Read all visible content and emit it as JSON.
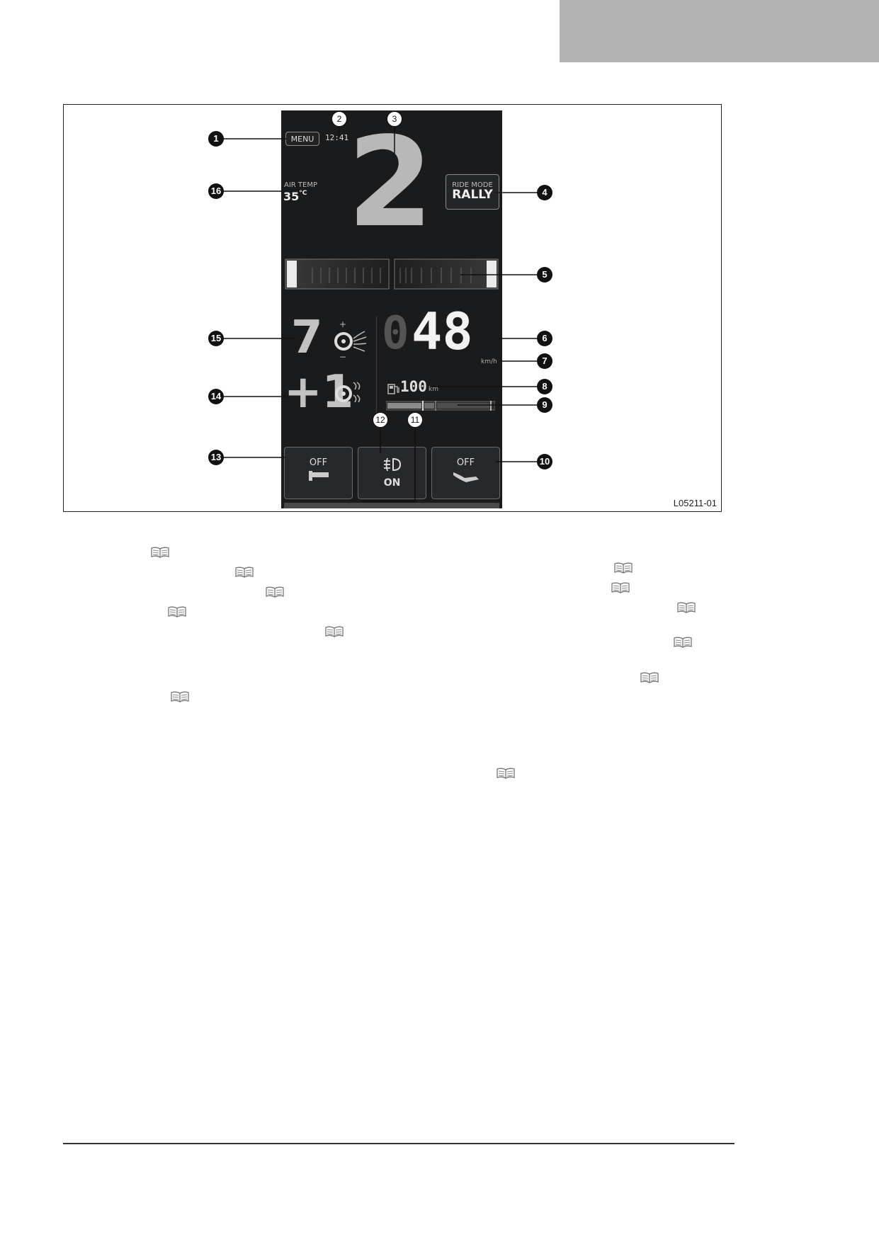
{
  "figure": {
    "code": "L05211-01"
  },
  "dashboard": {
    "menu_label": "MENU",
    "clock": "12:41",
    "gear": "2",
    "air_temp_label": "AIR TEMP",
    "air_temp_value": "35",
    "air_temp_unit": "°C",
    "ride_mode_label": "RIDE MODE",
    "ride_mode_value": "RALLY",
    "speed_leading_digit": "0",
    "speed": "48",
    "speed_unit": "km/h",
    "fuel_range": "100",
    "fuel_range_unit": "km",
    "traction_control_level": "7",
    "wheelie_control_level": "+1",
    "traction_sign_plus": "+",
    "traction_sign_minus": "−",
    "buttons": [
      {
        "top": "OFF",
        "bottom": "",
        "icon": "cruise-control-icon"
      },
      {
        "top": "",
        "bottom": "ON",
        "icon": "fog-light-icon"
      },
      {
        "top": "OFF",
        "bottom": "",
        "icon": "grip-heater-icon"
      }
    ]
  },
  "callouts": [
    "1",
    "2",
    "3",
    "4",
    "5",
    "6",
    "7",
    "8",
    "9",
    "10",
    "11",
    "12",
    "13",
    "14",
    "15",
    "16"
  ],
  "icons": [
    "manual-reference-icon"
  ]
}
